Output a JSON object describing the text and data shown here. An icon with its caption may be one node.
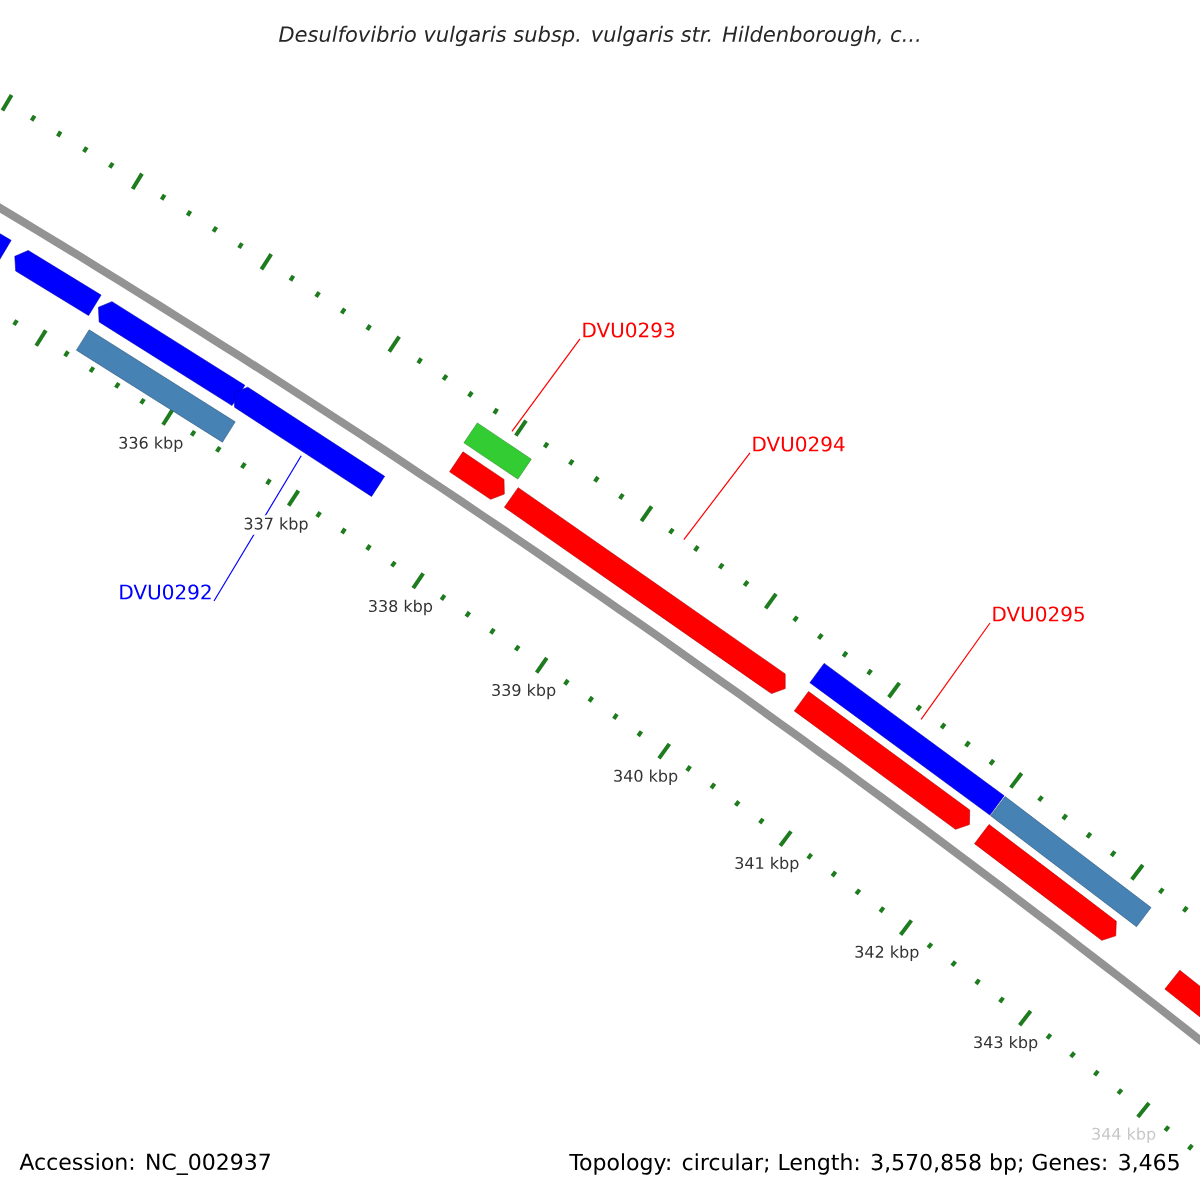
{
  "diagram": {
    "title": "Desulfovibrio vulgaris subsp. vulgaris str. Hildenborough, c...",
    "nodes": [
      {
        "text": [
          "DVU0293"
        ]
      },
      {
        "text": [
          "DVU0294"
        ]
      },
      {
        "text": [
          "DVU0292"
        ]
      },
      {
        "text": [
          "DVU0295"
        ]
      },
      {
        "text": [],
        "shape": "bar"
      },
      {
        "text": [],
        "shape": "bar"
      },
      {
        "text": [],
        "shape": "bar"
      },
      {
        "text": [],
        "shape": "bar"
      },
      {
        "text": [],
        "shape": "bar"
      },
      {
        "text": [],
        "shape": "bar"
      },
      {
        "text": [],
        "shape": "bar"
      },
      {
        "text": [],
        "shape": "bar"
      },
      {
        "text": [],
        "shape": "bar"
      },
      {
        "text": [],
        "shape": "bar"
      },
      {
        "text": [],
        "shape": "bar"
      },
      {
        "text": [],
        "shape": "bar"
      },
      {
        "text": [],
        "shape": "bar"
      }
    ],
    "edges": [
      {
        "from": 0,
        "to": 10,
        "arrow": "none"
      },
      {
        "from": 1,
        "to": 11,
        "arrow": "none"
      },
      {
        "from": 2,
        "to": 8,
        "arrow": "none",
        "color": "#0000ff"
      },
      {
        "from": 3,
        "to": 13,
        "arrow": "none"
      }
    ],
    "labels": [
      "336 kbp",
      "337 kbp",
      "338 kbp",
      "339 kbp",
      "340 kbp",
      "341 kbp",
      "342 kbp",
      "343 kbp",
      "344 kbp",
      "Accession: NC_002937",
      "Topology: circular; Length: 3,570,858 bp; Genes: 3,465"
    ]
  }
}
